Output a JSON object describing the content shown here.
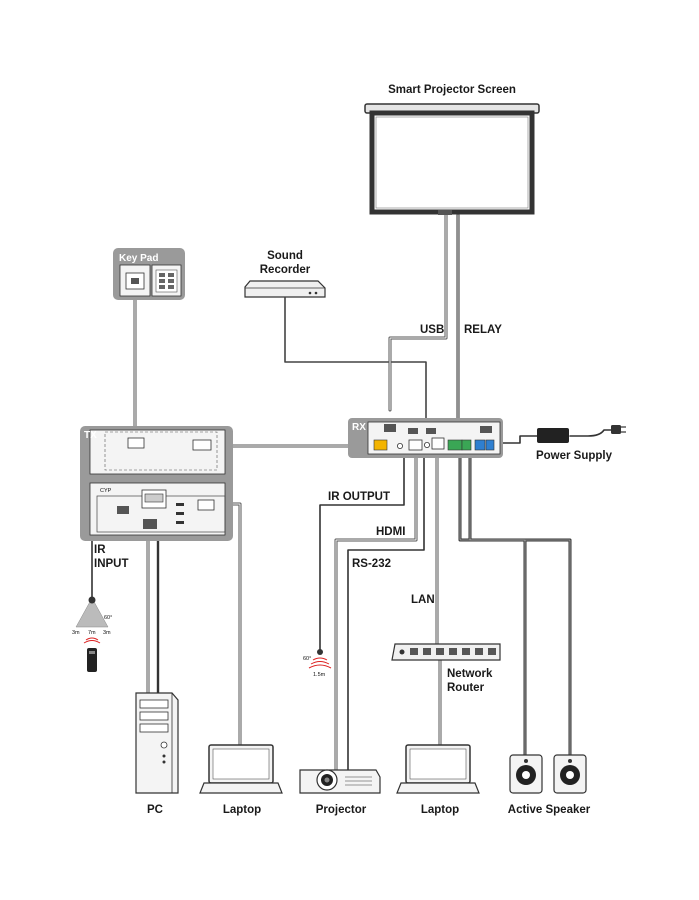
{
  "labels": {
    "smart_projector_screen": "Smart Projector Screen",
    "sound_recorder_line1": "Sound",
    "sound_recorder_line2": "Recorder",
    "key_pad": "Key Pad",
    "tx": "TX",
    "rx": "RX",
    "usb": "USB",
    "relay": "RELAY",
    "power_supply": "Power Supply",
    "ir_output": "IR OUTPUT",
    "hdmi": "HDMI",
    "rs232": "RS-232",
    "lan": "LAN",
    "ir_input_line1": "IR",
    "ir_input_line2": "INPUT",
    "network_router_line1": "Network",
    "network_router_line2": "Router",
    "pc": "PC",
    "laptop_left": "Laptop",
    "projector": "Projector",
    "laptop_right": "Laptop",
    "active_speaker": "Active Speaker"
  },
  "ir_receiver": {
    "angle": "60°",
    "left_range": "3m",
    "center_range": "7m",
    "right_range": "3m"
  },
  "ir_emitter": {
    "angle": "60°",
    "range": "1.5m"
  },
  "colors": {
    "panel_gray": "#9a9a9a",
    "device_fill": "#f4f4f4",
    "cable": "#555555",
    "relay_green": "#3aa655",
    "speaker_blue": "#2f7fd0"
  },
  "icons": [
    "key-pad-device",
    "sound-recorder-device",
    "projector-screen",
    "pc-tower",
    "laptop",
    "projector",
    "network-switch",
    "active-speaker",
    "power-adapter",
    "ir-receiver",
    "ir-emitter",
    "ir-remote"
  ]
}
